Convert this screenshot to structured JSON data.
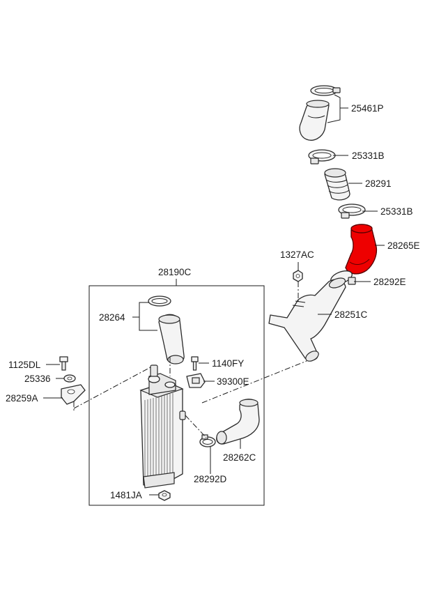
{
  "highlight_color": "#ee0000",
  "labels": {
    "p25461P": "25461P",
    "p25331B_a": "25331B",
    "p28291": "28291",
    "p25331B_b": "25331B",
    "p28265E": "28265E",
    "p1327AC": "1327AC",
    "p28292E": "28292E",
    "p28251C": "28251C",
    "p28190C": "28190C",
    "p28264": "28264",
    "p1140FY": "1140FY",
    "p39300E": "39300E",
    "p1125DL": "1125DL",
    "p25336": "25336",
    "p28259A": "28259A",
    "p28262C": "28262C",
    "p28292D": "28292D",
    "p1481JA": "1481JA"
  }
}
